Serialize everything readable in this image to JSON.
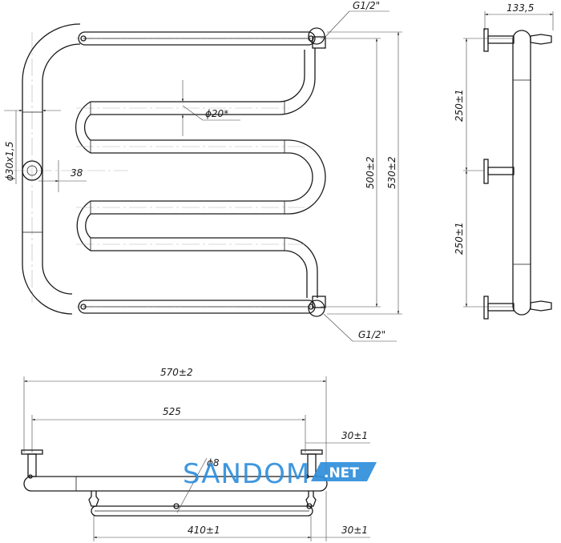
{
  "watermark": {
    "brand": "SANDOM",
    "suffix": ".NET",
    "color": "#2f8fdc"
  },
  "front_view": {
    "thread_top": "G1/2\"",
    "thread_bottom": "G1/2\"",
    "pipe_diameter": "ϕ20*",
    "main_tube": "ϕ30x1,5",
    "offset": "38",
    "height_inner": "500±2",
    "height_outer": "530±2"
  },
  "side_view": {
    "depth": "133,5",
    "spacing_top": "250±1",
    "spacing_bottom": "250±1"
  },
  "top_view": {
    "width_total": "570±2",
    "width_axis": "525",
    "shelf_length": "410±1",
    "offset_upper": "30±1",
    "offset_lower": "30±1",
    "rod_diameter": "ϕ8"
  }
}
